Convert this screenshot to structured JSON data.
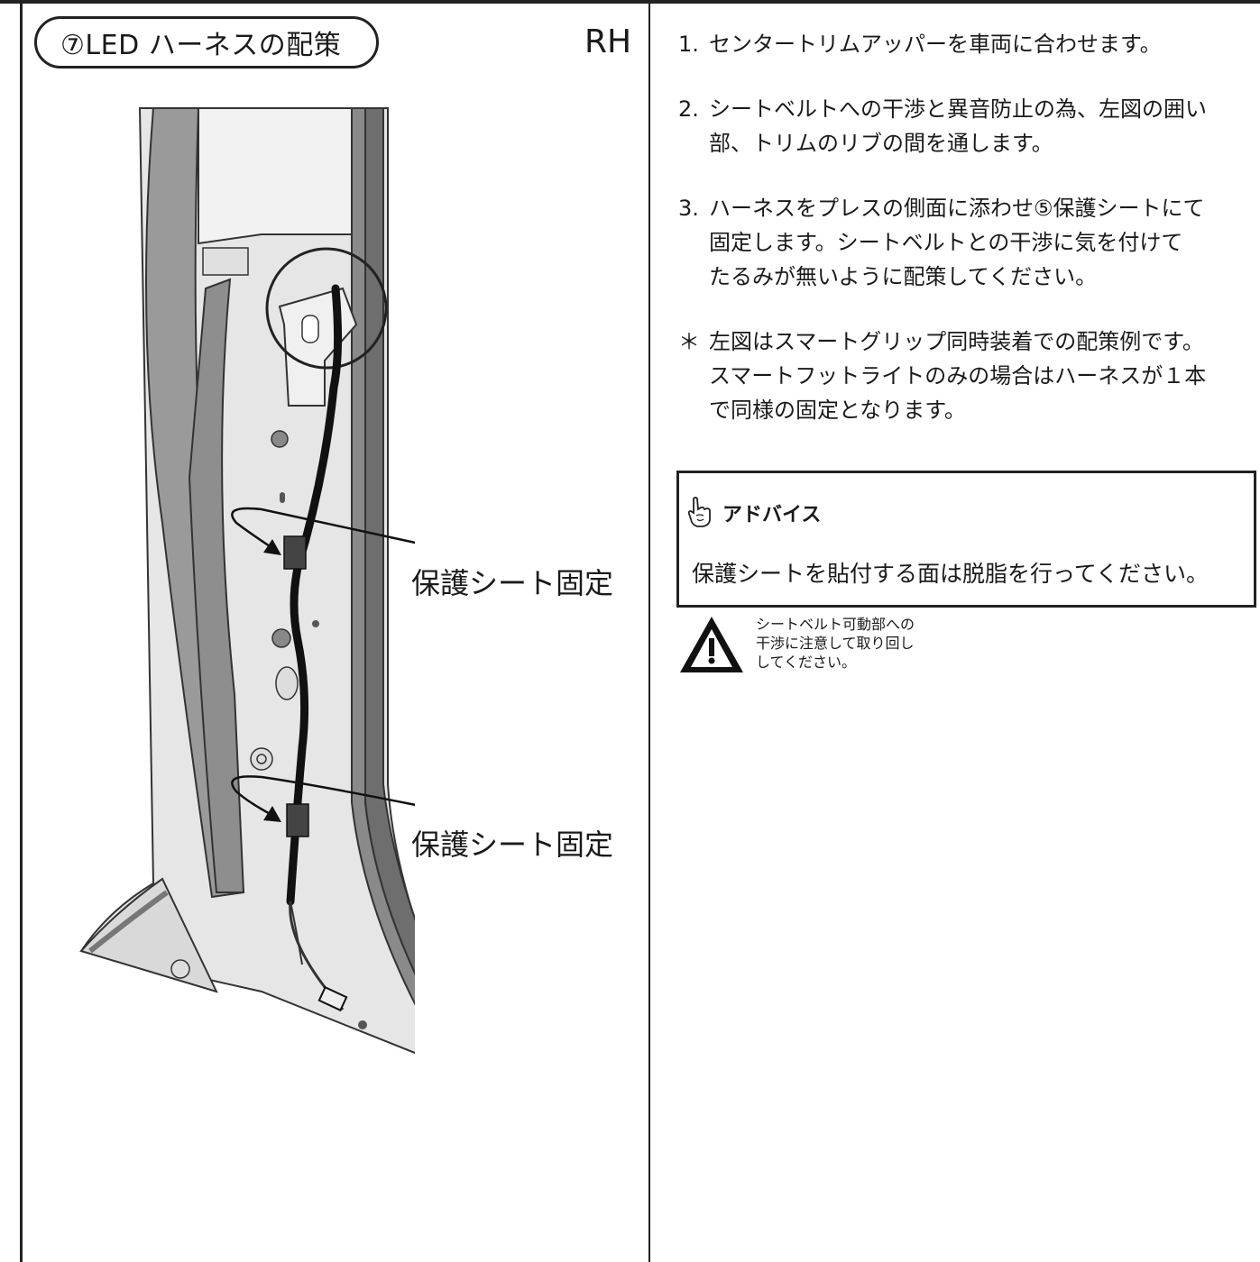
{
  "section": {
    "title": "⑦LED ハーネスの配策",
    "side": "RH"
  },
  "callouts": [
    "保護シート固定",
    "保護シート固定"
  ],
  "steps": [
    {
      "num": "1.",
      "lines": [
        "センタートリムアッパーを車両に合わせます。"
      ]
    },
    {
      "num": "2.",
      "lines": [
        "シートベルトへの干渉と異音防止の為、左図の囲い",
        "部、トリムのリブの間を通します。"
      ]
    },
    {
      "num": "3.",
      "lines": [
        "ハーネスをプレスの側面に添わせ⑤保護シートにて",
        "固定します。シートベルトとの干渉に気を付けて",
        "たるみが無いように配策してください。"
      ]
    },
    {
      "num": "＊",
      "lines": [
        "左図はスマートグリップ同時装着での配策例です。",
        "スマートフットライトのみの場合はハーネスが１本",
        "で同様の固定となります。"
      ]
    }
  ],
  "advice": {
    "icon": "pointing-hand-icon",
    "title": "アドバイス",
    "text": "保護シートを貼付する面は脱脂を行ってください。"
  },
  "warning": {
    "icon": "warning-triangle-icon",
    "lines": [
      "シートベルト可動部への",
      "干渉に注意して取り回し",
      "してください。"
    ]
  }
}
